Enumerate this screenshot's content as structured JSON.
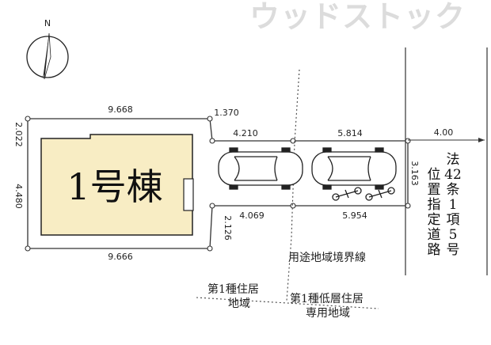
{
  "watermark": "ウッドストック",
  "compass": {
    "north_label": "N"
  },
  "building": {
    "label": "1号棟",
    "fill_color": "#f8edc4"
  },
  "dimensions": {
    "top_width": "9.668",
    "bottom_width": "9.666",
    "left_top": "2.022",
    "left_main": "4.480",
    "offset_top": "1.370",
    "offset_bottom": "2.126",
    "drive_top_1": "4.210",
    "drive_top_2": "5.814",
    "drive_bottom_1": "4.069",
    "drive_bottom_2": "5.954",
    "drive_right": "3.163",
    "road_width": "4.00"
  },
  "road": {
    "label_col1": [
      "法",
      "42",
      "条",
      "1",
      "項",
      "5",
      "号"
    ],
    "label_col2": [
      "位",
      "置",
      "指",
      "定",
      "道",
      "路"
    ]
  },
  "labels": {
    "zone_boundary": "用途地域境界線",
    "zone_left_line1": "第1種住居",
    "zone_left_line2": "地域",
    "zone_right_line1": "第1種低層住居",
    "zone_right_line2": "専用地域"
  }
}
